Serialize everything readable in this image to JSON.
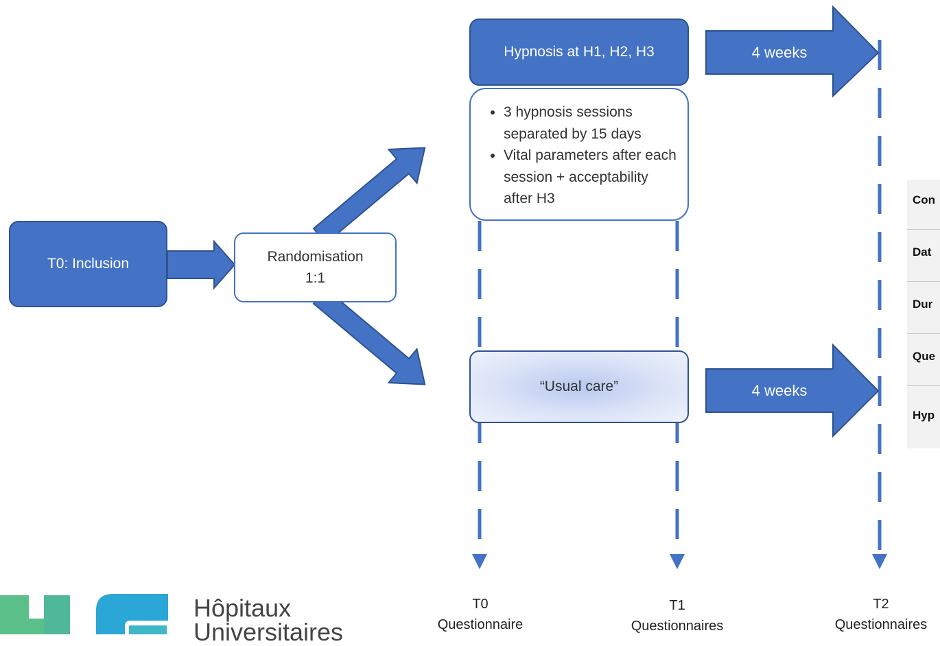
{
  "boxes": {
    "inclusion": "T0: Inclusion",
    "randomisation_line1": "Randomisation",
    "randomisation_line2": "1:1",
    "hypnosis": "Hypnosis at H1, H2, H3",
    "usual_care": "“Usual care”"
  },
  "hypnosis_details": [
    "3 hypnosis sessions separated by 15 days",
    "Vital parameters after each session + acceptability after H3"
  ],
  "arrows": {
    "upper_duration": "4 weeks",
    "lower_duration": "4 weeks"
  },
  "timepoints": [
    {
      "name": "T0",
      "label": "Questionnaire"
    },
    {
      "name": "T1",
      "label": "Questionnaires"
    },
    {
      "name": "T2",
      "label": "Questionnaires"
    }
  ],
  "side_table": {
    "rows": [
      "Con",
      "Dat",
      "Dur",
      "Que",
      "Hyp"
    ]
  },
  "logo": {
    "line1": "Hôpitaux",
    "line2": "Universitaires"
  },
  "colors": {
    "primary": "#4472c4",
    "primary_dark": "#2f528f",
    "logo_green": "#5bbf8a",
    "logo_blue": "#2aa7d6"
  }
}
